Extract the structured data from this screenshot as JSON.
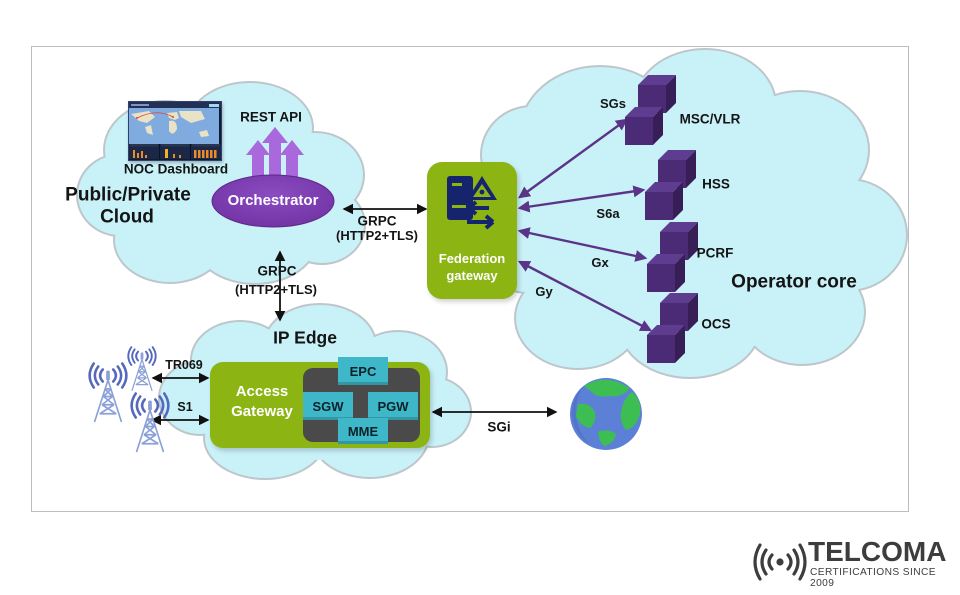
{
  "public_cloud": {
    "label_line1": "Public/Private",
    "label_line2": "Cloud",
    "noc_dashboard": "NOC Dashboard",
    "rest_api": "REST API",
    "orchestrator": "Orchestrator"
  },
  "connections": {
    "grpc_orch_fed_line1": "GRPC",
    "grpc_orch_fed_line2": "(HTTP2+TLS)",
    "grpc_orch_ipedge_line1": "GRPC",
    "grpc_orch_ipedge_line2": "(HTTP2+TLS)",
    "sgs": "SGs",
    "s6a": "S6a",
    "gx": "Gx",
    "gy": "Gy",
    "sgi": "SGi",
    "tr069": "TR069",
    "s1": "S1"
  },
  "federation_gateway": {
    "line1": "Federation",
    "line2": "gateway"
  },
  "operator_core": {
    "label": "Operator core",
    "nodes": [
      {
        "label": "MSC/VLR"
      },
      {
        "label": "HSS"
      },
      {
        "label": "PCRF"
      },
      {
        "label": "OCS"
      }
    ]
  },
  "ip_edge": {
    "label": "IP Edge",
    "access_gateway_line1": "Access",
    "access_gateway_line2": "Gateway",
    "modules": [
      {
        "label": "EPC"
      },
      {
        "label": "SGW"
      },
      {
        "label": "PGW"
      },
      {
        "label": "MME"
      }
    ]
  },
  "logo": {
    "name": "TELCOMA",
    "tagline": "CERTIFICATIONS SINCE 2009"
  },
  "colors": {
    "cloud": "#c9f1f8",
    "green": "#8cb412",
    "teal": "#3eb8c9",
    "cube_front": "#4b2b76",
    "purple_arrow": "#5b3488",
    "orchestrator": "#7837a8",
    "rest_arrow": "#a968db",
    "icon_navy": "#16246e",
    "logo_gray": "#3d3d3d"
  }
}
